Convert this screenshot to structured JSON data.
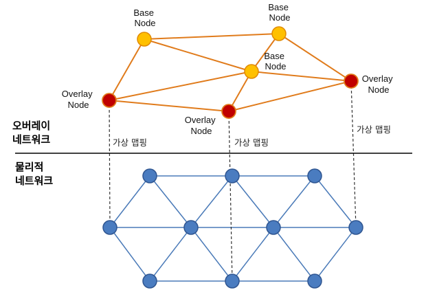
{
  "labels": {
    "overlay_network_line1": "오버레이",
    "overlay_network_line2": "네트워크",
    "physical_network_line1": "물리적",
    "physical_network_line2": "네트워크",
    "virtual_mapping": "가상 맵핑"
  },
  "overlay_nodes": [
    {
      "id": "base-1",
      "kind": "base",
      "label_line1": "Base",
      "label_line2": "Node"
    },
    {
      "id": "base-2",
      "kind": "base",
      "label_line1": "Base",
      "label_line2": "Node"
    },
    {
      "id": "base-3",
      "kind": "base",
      "label_line1": "Base",
      "label_line2": "Node"
    },
    {
      "id": "overlay-left",
      "kind": "overlay",
      "label_line1": "Overlay",
      "label_line2": "Node"
    },
    {
      "id": "overlay-middle",
      "kind": "overlay",
      "label_line1": "Overlay",
      "label_line2": "Node"
    },
    {
      "id": "overlay-right",
      "kind": "overlay",
      "label_line1": "Overlay",
      "label_line2": "Node"
    }
  ],
  "colors": {
    "overlay_edge": "#e07b1b",
    "base_node_fill": "#ffc000",
    "base_node_stroke": "#e08a00",
    "overlay_node_fill": "#c00000",
    "overlay_node_stroke": "#e07b1b",
    "physical_edge": "#4a7ab8",
    "physical_node_fill": "#4a7cc0",
    "physical_node_stroke": "#2f5590",
    "divider": "#000000",
    "mapping_line": "#333333"
  }
}
